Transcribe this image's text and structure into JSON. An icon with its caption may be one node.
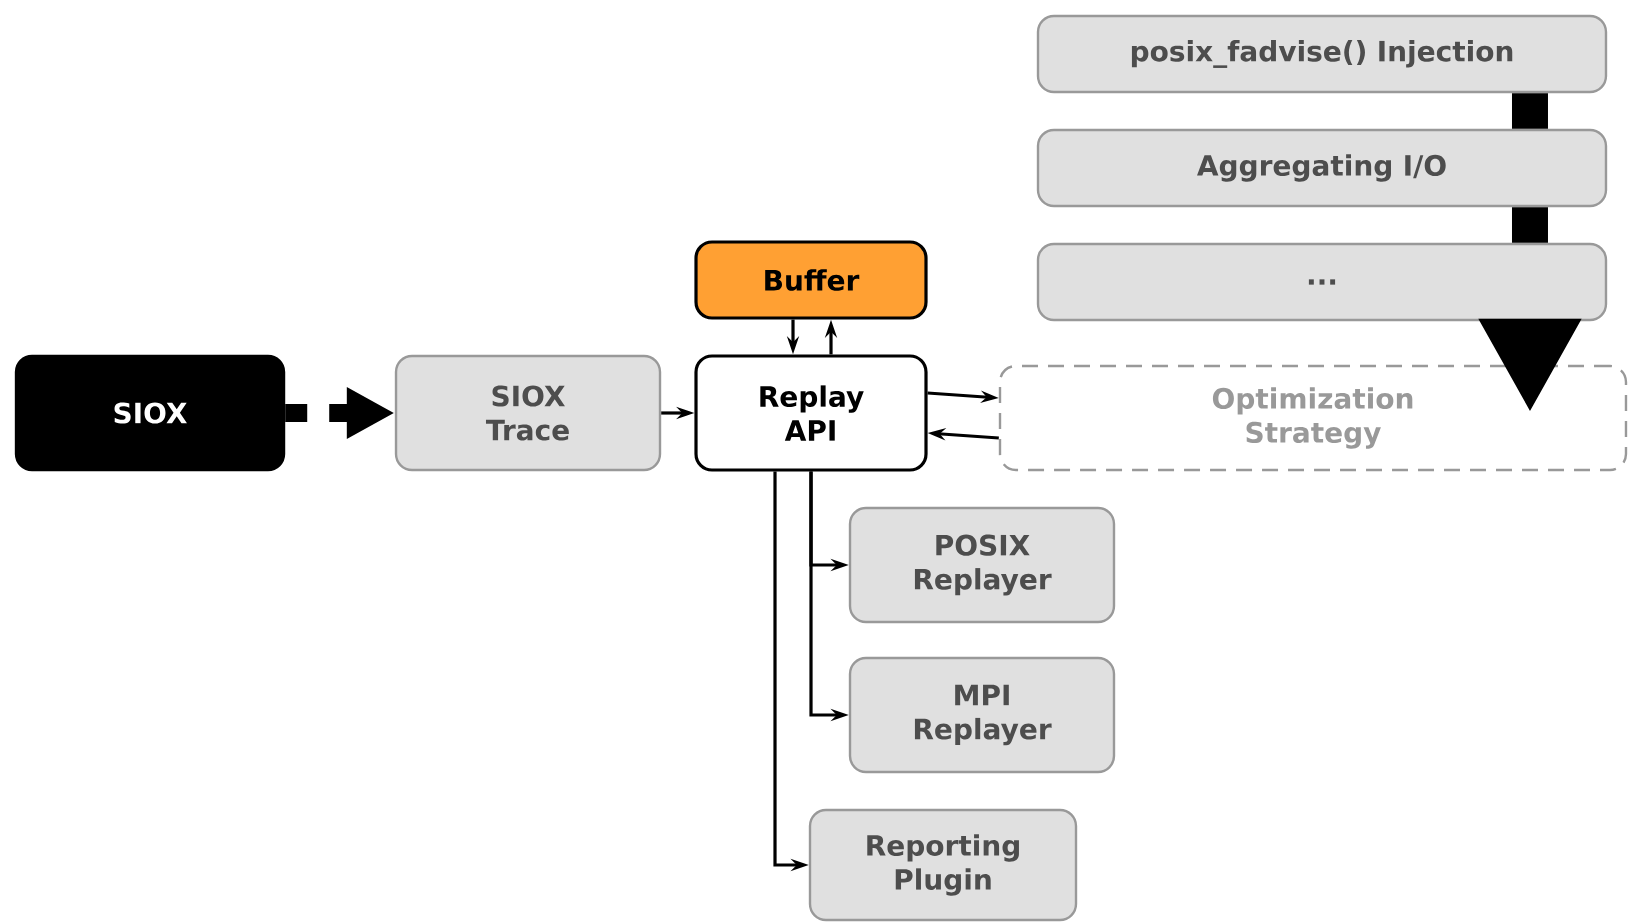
{
  "diagram": {
    "nodes": [
      {
        "text": [
          "SIOX"
        ]
      },
      {
        "text": [
          "SIOX Trace"
        ]
      },
      {
        "text": [
          "Buffer"
        ]
      },
      {
        "text": [
          "Replay API"
        ]
      },
      {
        "text": [
          "Optimization Strategy"
        ]
      },
      {
        "text": [
          "posix_fadvise() Injection"
        ]
      },
      {
        "text": [
          "Aggregating I/O"
        ]
      },
      {
        "text": [
          "..."
        ]
      },
      {
        "text": [
          "POSIX Replayer"
        ]
      },
      {
        "text": [
          "MPI Replayer"
        ]
      },
      {
        "text": [
          "Reporting Plugin"
        ]
      }
    ],
    "edges": [
      {
        "from": 0,
        "to": 1,
        "arrow": "to",
        "style": "dashed"
      },
      {
        "from": 1,
        "to": 3,
        "arrow": "to"
      },
      {
        "from": 2,
        "to": 3,
        "arrow": "to"
      },
      {
        "from": 3,
        "to": 2,
        "arrow": "to"
      },
      {
        "from": 3,
        "to": 4,
        "arrow": "to"
      },
      {
        "from": 4,
        "to": 3,
        "arrow": "to"
      },
      {
        "from": 3,
        "to": 8,
        "arrow": "to"
      },
      {
        "from": 3,
        "to": 9,
        "arrow": "to"
      },
      {
        "from": 3,
        "to": 10,
        "arrow": "to"
      },
      {
        "from": 5,
        "to": 6,
        "arrow": "none",
        "style": "thick"
      },
      {
        "from": 6,
        "to": 7,
        "arrow": "none",
        "style": "thick"
      },
      {
        "from": 7,
        "to": 4,
        "arrow": "to",
        "style": "thick"
      }
    ]
  }
}
